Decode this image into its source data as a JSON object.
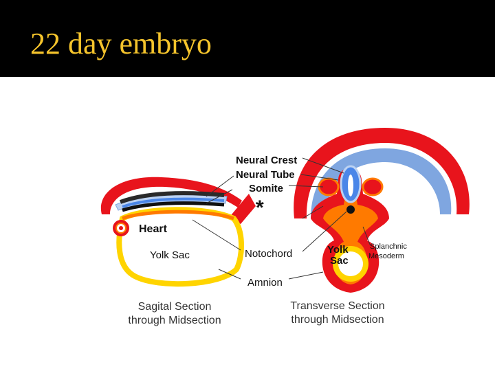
{
  "slide": {
    "title": "22 day embryo"
  },
  "labels": {
    "neural_crest": "Neural Crest",
    "neural_tube": "Neural Tube",
    "somite": "Somite",
    "asterisk": "*",
    "heart": "Heart",
    "yolk_sac": "Yolk Sac",
    "notochord": "Notochord",
    "yolk_sac_short_1": "Yolk",
    "yolk_sac_short_2": "Sac",
    "splanchnic_1": "Splanchnic",
    "splanchnic_2": "Mesoderm",
    "amnion": "Amnion"
  },
  "captions": {
    "sagittal_1": "Sagital Section",
    "sagittal_2": "through Midsection",
    "transverse_1": "Transverse Section",
    "transverse_2": "through Midsection"
  },
  "colors": {
    "ectoderm_red": "#e8141c",
    "mesoderm_orange": "#ff7a00",
    "endoderm_yellow": "#ffd400",
    "neural_blue": "#4a86e8",
    "notochord_black": "#111111"
  }
}
